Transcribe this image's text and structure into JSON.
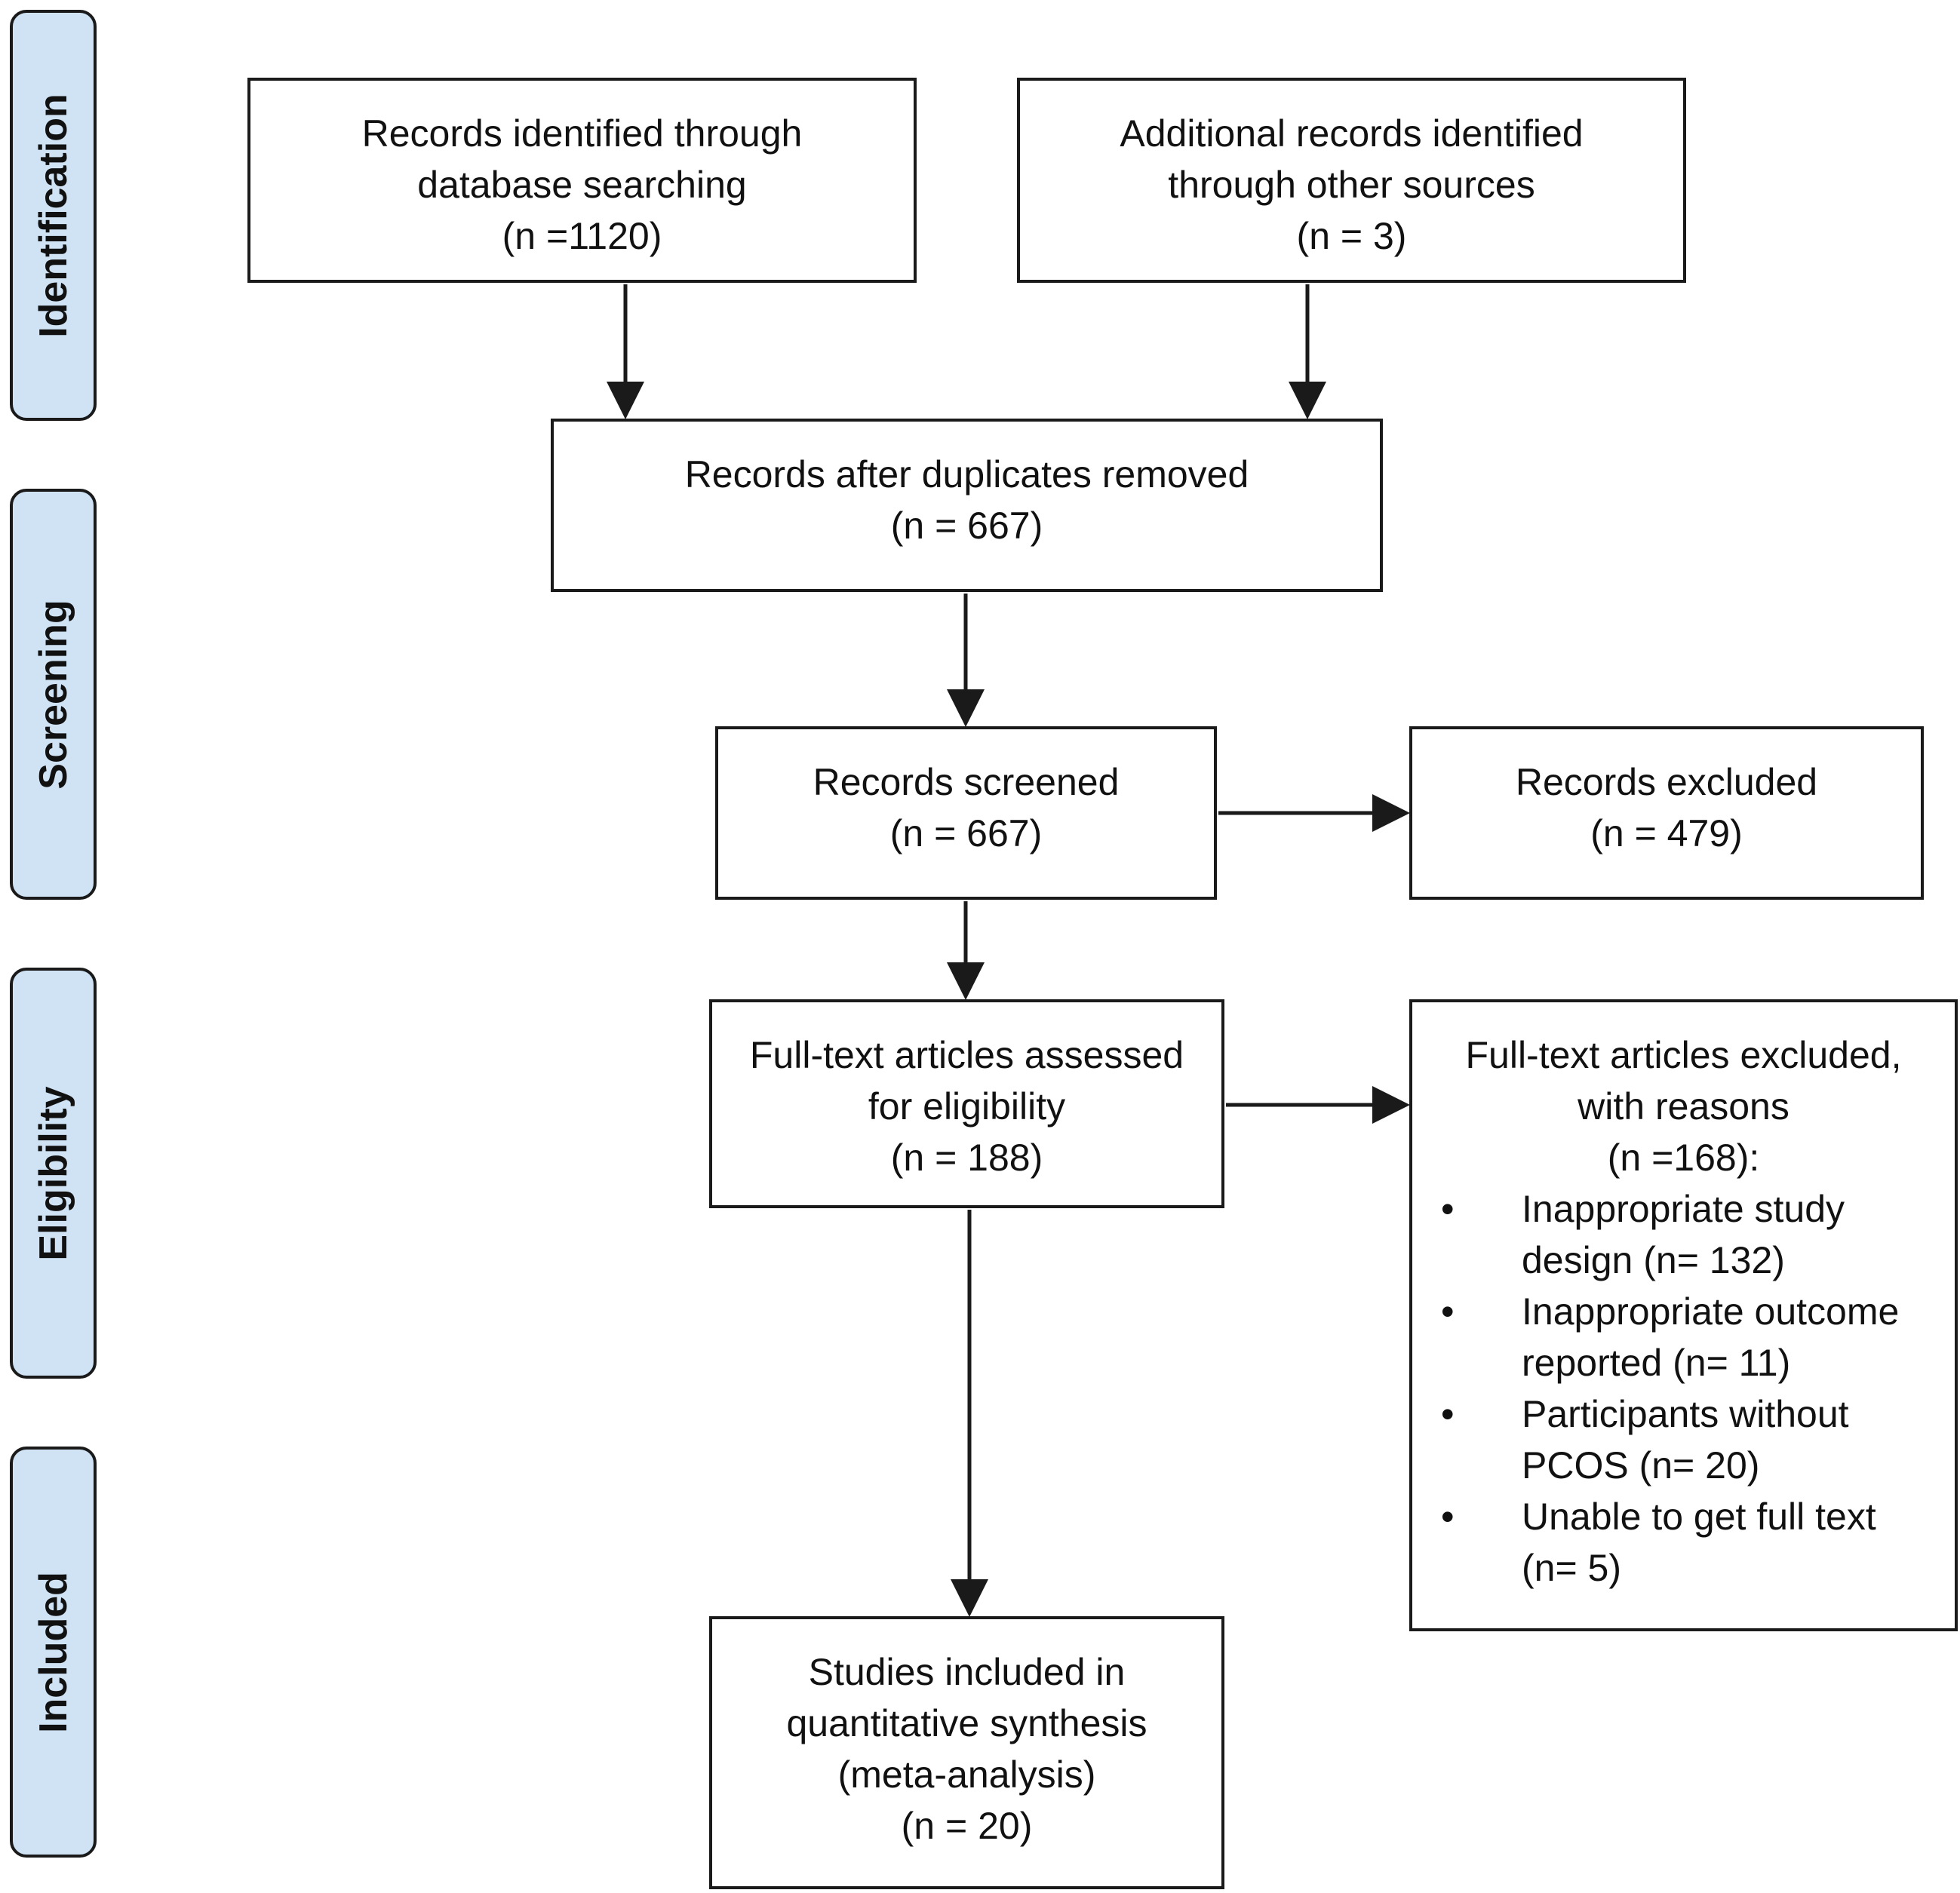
{
  "phases": {
    "identification": "Identification",
    "screening": "Screening",
    "eligibility": "Eligibility",
    "included": "Included"
  },
  "boxes": {
    "database": {
      "line1": "Records identified through",
      "line2": "database searching",
      "count": "(n =1120)"
    },
    "other_sources": {
      "line1": "Additional records identified",
      "line2": "through other sources",
      "count": "(n = 3)"
    },
    "duplicates_removed": {
      "line1": "Records after duplicates removed",
      "count": "(n = 667)"
    },
    "screened": {
      "line1": "Records screened",
      "count": "(n = 667)"
    },
    "excluded": {
      "line1": "Records excluded",
      "count": "(n = 479)"
    },
    "full_text_assessed": {
      "line1": "Full-text articles assessed",
      "line2": "for eligibility",
      "count": "(n = 188)"
    },
    "full_text_excluded": {
      "line1": "Full-text articles excluded,",
      "line2": "with reasons",
      "count": "(n =168):",
      "bullet": "•",
      "reasons": [
        {
          "line1": "Inappropriate study",
          "line2": "design (n= 132)"
        },
        {
          "line1": "Inappropriate outcome",
          "line2": "reported (n= 11)"
        },
        {
          "line1": "Participants without",
          "line2": "PCOS (n= 20)"
        },
        {
          "line1": "Unable to get full text",
          "line2": "(n= 5)"
        }
      ]
    },
    "included": {
      "line1": "Studies included in",
      "line2": "quantitative synthesis",
      "line3": "(meta-analysis)",
      "count": "(n = 20)"
    }
  }
}
